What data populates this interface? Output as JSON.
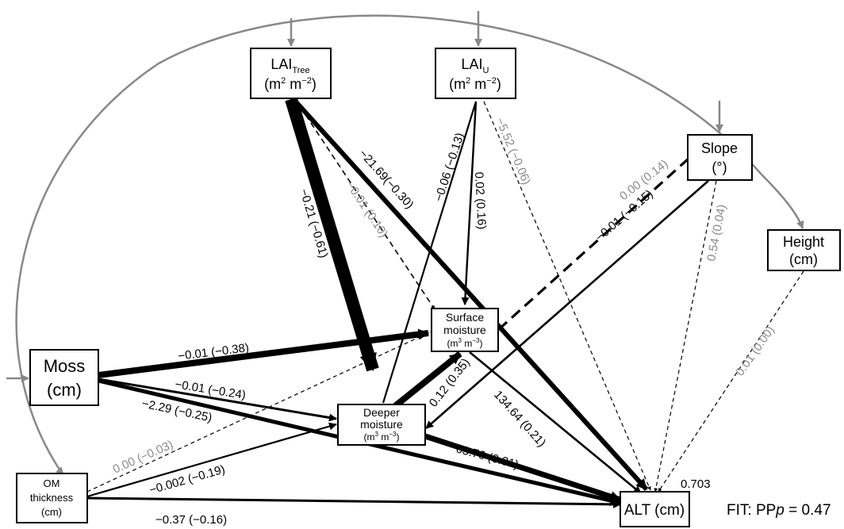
{
  "nodes": {
    "lai_tree": {
      "name": "LAI",
      "sub": "Tree",
      "unit_a": "(m",
      "unit_sup1": "2",
      "unit_b": " m",
      "unit_sup2": "−2",
      "unit_c": ")"
    },
    "lai_u": {
      "name": "LAI",
      "sub": "U",
      "unit_a": "(m",
      "unit_sup1": "2",
      "unit_b": " m",
      "unit_sup2": "−2",
      "unit_c": ")"
    },
    "slope": {
      "line1": "Slope",
      "line2": "(°)"
    },
    "height": {
      "line1": "Height",
      "line2": "(cm)"
    },
    "surface_moisture": {
      "line1": "Surface",
      "line2": "moisture",
      "unit_a": "(m",
      "unit_sup1": "3",
      "unit_b": " m",
      "unit_sup2": "−3",
      "unit_c": ")"
    },
    "deeper_moisture": {
      "line1": "Deeper",
      "line2": "moisture",
      "unit_a": "(m",
      "unit_sup1": "3",
      "unit_b": " m",
      "unit_sup2": "−3",
      "unit_c": ")"
    },
    "moss": {
      "line1": "Moss",
      "line2": "(cm)"
    },
    "om_thickness": {
      "line1": "OM",
      "line2": "thickness",
      "line3": "(cm)"
    },
    "alt": {
      "label": "ALT (cm)"
    }
  },
  "edge_labels": {
    "tree_to_deeper": "−0.21 (−0.61)",
    "tree_to_surface": "−0.01 (0.10)",
    "tree_to_alt": "−21.69(−0.30)",
    "u_to_deeper": "−0.06 (−0.13)",
    "u_to_surface": "0.02 (0.16)",
    "u_to_alt": "−5.52 (−0.06)",
    "slope_to_surface": "0.00 (0.14)",
    "slope_to_deeper": "−0.01 (−0.15)",
    "slope_to_alt": "0.54 (0.04)",
    "height_to_alt": "0.01 (0.00)",
    "moss_to_surface": "−0.01 (−0.38)",
    "moss_to_deeper": "−0.01 (−0.24)",
    "moss_to_alt": "−2.29 (−0.25)",
    "om_to_surface": "0.00 (−0.03)",
    "om_to_deeper": "−0.002 (−0.19)",
    "om_to_alt": "−0.37 (−0.16)",
    "deeper_to_surface": "0.12 (0.35)",
    "surface_to_alt": "134.64 (0.21)",
    "deeper_to_alt": "63.76 (0.31)"
  },
  "r_squared": "0.703",
  "fit": {
    "prefix": "FIT: PP",
    "italic": "p",
    "suffix": " = 0.47"
  },
  "colors": {
    "significant": "#000000",
    "nonsignificant": "#888888"
  }
}
